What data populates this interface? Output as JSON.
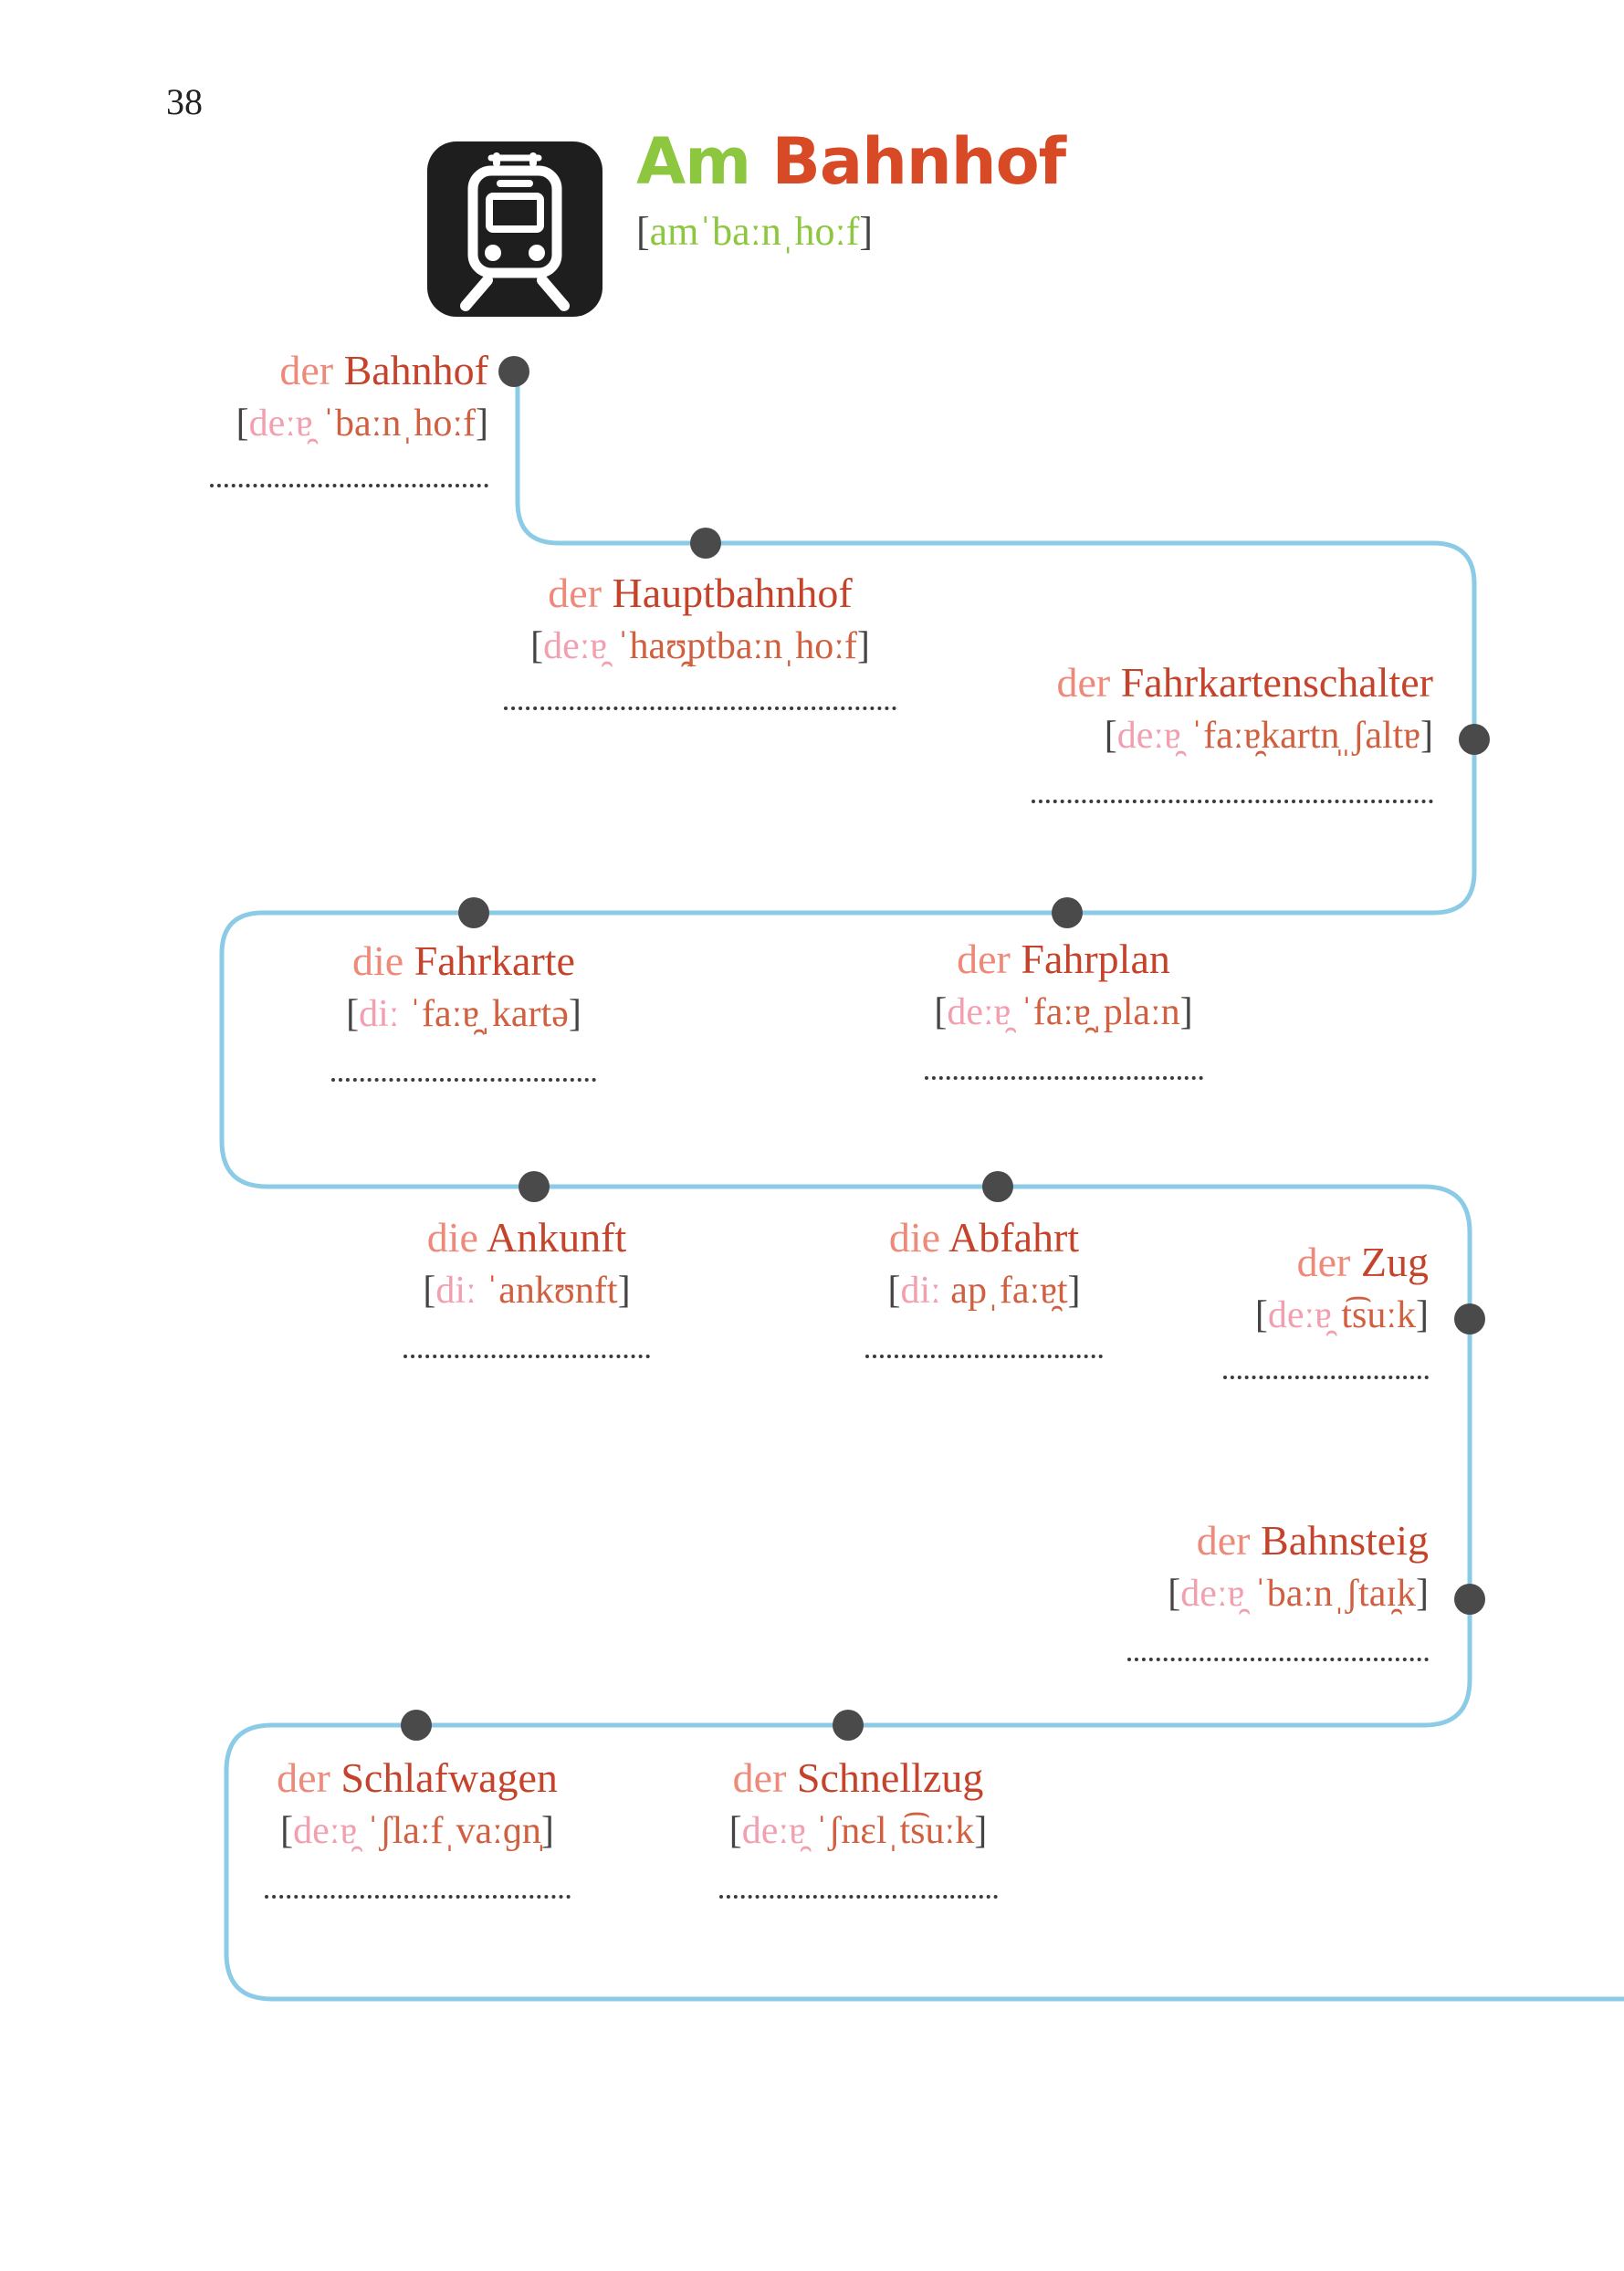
{
  "page_number": "38",
  "title": {
    "article": "Am",
    "word": "Bahnhof",
    "ipa": "amˈbaːnˌhoːf"
  },
  "colors": {
    "title_green": "#8dc63f",
    "title_red": "#d84a26",
    "word_red": "#c6432b",
    "article_pink": "#ee8a7a",
    "ipa_article_pink": "#f2a0b0",
    "route_blue": "#8ccbe6",
    "stop_dark": "#4a4a4a",
    "icon_bg": "#1e1e1e"
  },
  "icon": "train-front-icon",
  "entries": [
    {
      "article": "der",
      "word": "Bahnhof",
      "ipa_article": "deːɐ̯",
      "ipa_word": "ˈbaːnˌhoːf"
    },
    {
      "article": "der",
      "word": "Hauptbahnhof",
      "ipa_article": "deːɐ̯",
      "ipa_word": "ˈhaʊ̯ptbaːnˌhoːf"
    },
    {
      "article": "der",
      "word": "Fahrkartenschalter",
      "ipa_article": "deːɐ̯",
      "ipa_word": "ˈfaːɐ̯kartn̩ˌʃaltɐ"
    },
    {
      "article": "die",
      "word": "Fahrkarte",
      "ipa_article": "diː",
      "ipa_word": "ˈfaːɐ̯ˌkartə"
    },
    {
      "article": "der",
      "word": "Fahrplan",
      "ipa_article": "deːɐ̯",
      "ipa_word": "ˈfaːɐ̯ˌplaːn"
    },
    {
      "article": "die",
      "word": "Ankunft",
      "ipa_article": "diː",
      "ipa_word": "ˈankʊnft"
    },
    {
      "article": "die",
      "word": "Abfahrt",
      "ipa_article": "diː",
      "ipa_word": "apˌfaːɐ̯t"
    },
    {
      "article": "der",
      "word": "Zug",
      "ipa_article": "deːɐ̯",
      "ipa_word": "t͡suːk"
    },
    {
      "article": "der",
      "word": "Bahnsteig",
      "ipa_article": "deːɐ̯",
      "ipa_word": "ˈbaːnˌʃtaɪ̯k"
    },
    {
      "article": "der",
      "word": "Schlafwagen",
      "ipa_article": "deːɐ̯",
      "ipa_word": "ˈʃlaːfˌvaːɡn̩"
    },
    {
      "article": "der",
      "word": "Schnellzug",
      "ipa_article": "deːɐ̯",
      "ipa_word": "ˈʃnɛlˌt͡suːk"
    }
  ]
}
